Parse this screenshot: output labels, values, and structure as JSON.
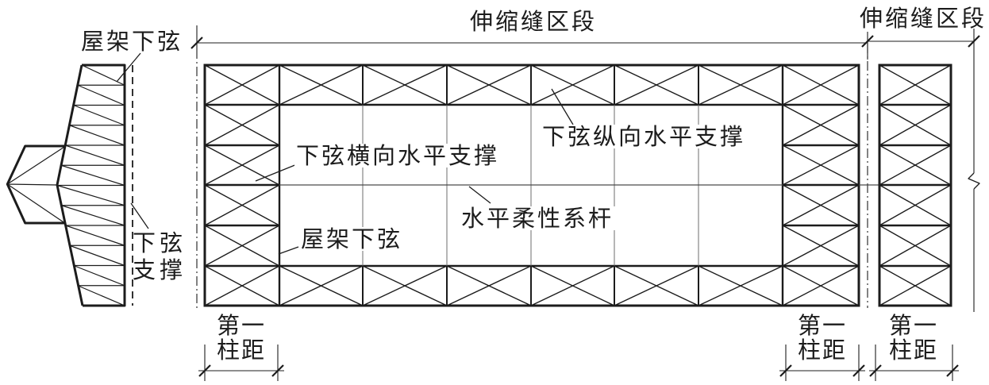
{
  "drawing": {
    "top_dimensions": [
      {
        "label": "伸缩缝区段"
      },
      {
        "label": "伸缩缝区段"
      }
    ],
    "callouts": {
      "truss_lower_chord_top": "屋架下弦",
      "lower_chord_bracing": {
        "line1": "下弦",
        "line2": "支撑"
      },
      "transverse_bracing": "下弦横向水平支撑",
      "longitudinal_bracing": "下弦纵向水平支撑",
      "flexible_tie": "水平柔性系杆",
      "truss_lower_chord_plan": "屋架下弦"
    },
    "column_spacing_dimensions": [
      {
        "line1": "第一",
        "line2": "柱距"
      },
      {
        "line1": "第一",
        "line2": "柱距"
      },
      {
        "line1": "第一",
        "line2": "柱距"
      }
    ],
    "colors": {
      "line": "#1c1c1c",
      "grid_thin": "#7a7a7a",
      "background": "#ffffff"
    }
  }
}
